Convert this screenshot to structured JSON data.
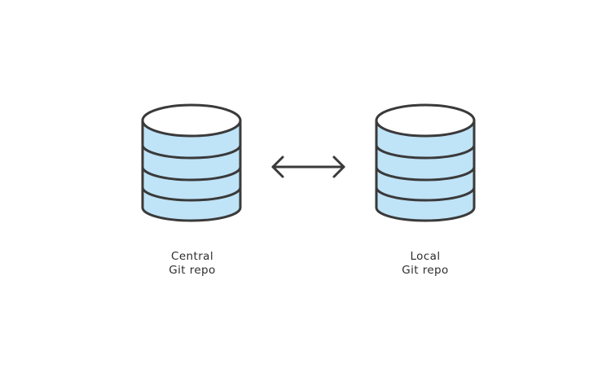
{
  "colors": {
    "stroke": "#3a3a3a",
    "fill_band": "#bfe3f7",
    "fill_top": "#ffffff",
    "text": "#2d2d2d",
    "background": "#ffffff"
  },
  "nodes": [
    {
      "id": "central",
      "icon": "database-icon",
      "label_line1": "Central",
      "label_line2": "Git repo"
    },
    {
      "id": "local",
      "icon": "database-icon",
      "label_line1": "Local",
      "label_line2": "Git repo"
    }
  ],
  "connector": {
    "icon": "double-arrow-icon",
    "direction": "bidirectional"
  }
}
